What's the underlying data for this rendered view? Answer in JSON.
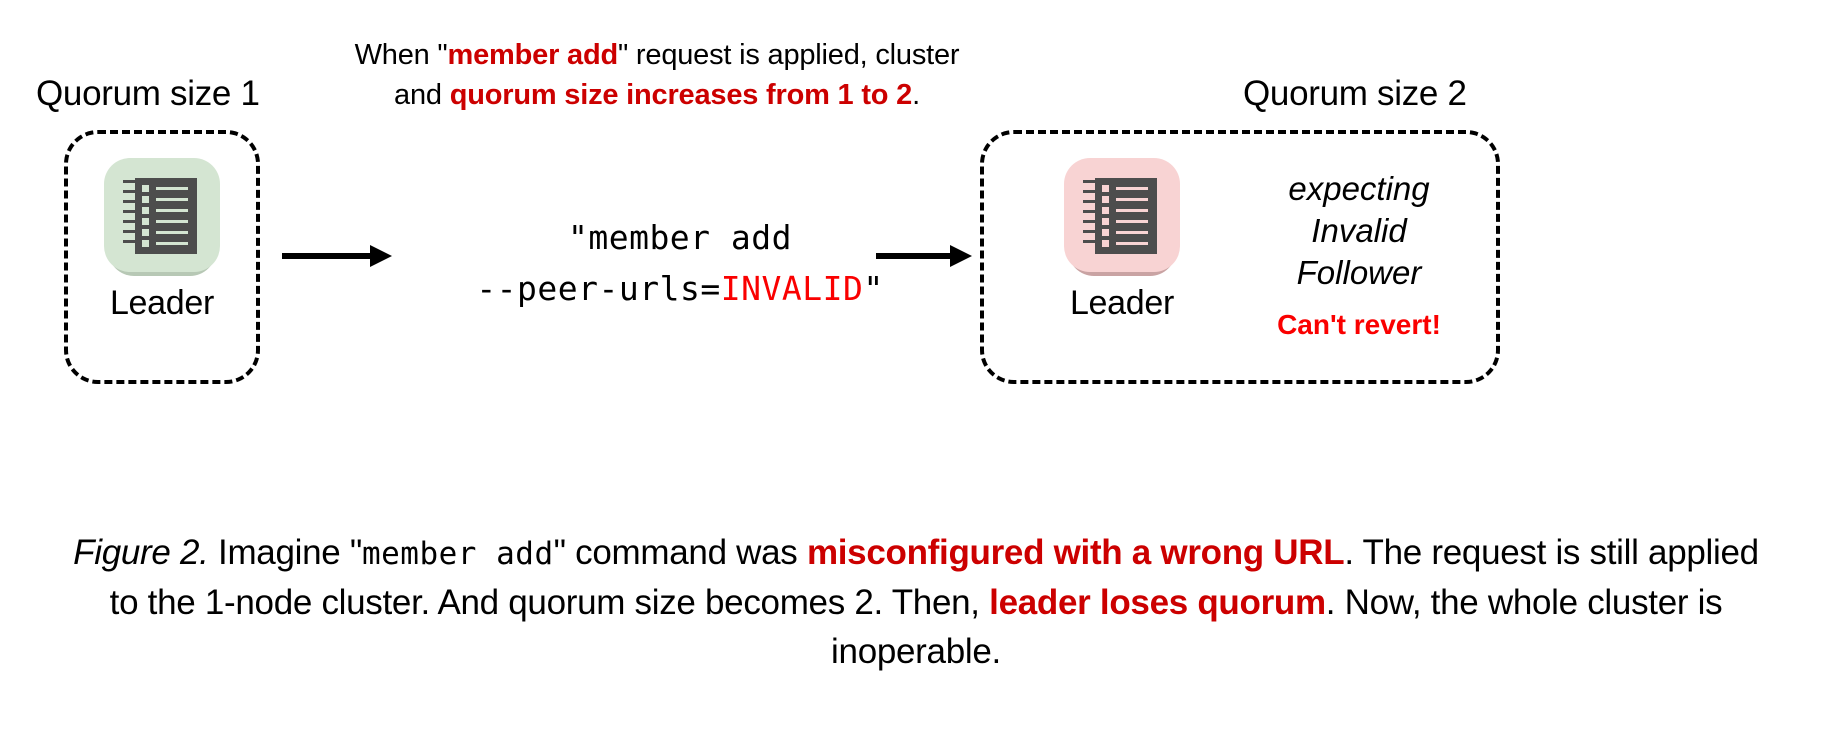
{
  "figure": {
    "background": "#ffffff",
    "accent_red_bold": "#cc0000",
    "accent_red_pure": "#fa0000",
    "node_green": "#d4e5d2",
    "node_pink": "#f8d3d3",
    "ledger_gray": "#4d4d4d"
  },
  "top_caption": {
    "seg1": "When \"",
    "seg2_red": "member add",
    "seg3": "\" request is applied, cluster and ",
    "seg4_red": "quorum size increases from 1 to 2",
    "seg5": "."
  },
  "left_cluster": {
    "quorum_label": "Quorum size 1",
    "node_label": "Leader",
    "icon": "server-ledger-icon",
    "icon_color": "#d4e5d2"
  },
  "right_cluster": {
    "quorum_label": "Quorum size 2",
    "node_label": "Leader",
    "icon": "server-ledger-icon",
    "icon_color": "#f8d3d3",
    "status_line1": "expecting",
    "status_line2": "Invalid",
    "status_line3": "Follower",
    "warning": "Can't revert!"
  },
  "command": {
    "line1": "\"member add",
    "line2_prefix": "--peer-urls=",
    "line2_value": "INVALID",
    "line2_suffix": "\""
  },
  "arrows": {
    "left": "arrow-right-icon",
    "right": "arrow-right-icon"
  },
  "figure_caption": {
    "seg1_italic": "Figure 2.",
    "seg2": " Imagine \"",
    "seg3_mono": "member add",
    "seg4": "\" command was ",
    "seg5_red": "misconfigured with a wrong URL",
    "seg6": ". The request is still applied to the 1-node cluster. And quorum size becomes 2. Then, ",
    "seg7_red": "leader loses quorum",
    "seg8": ". Now, the whole cluster is inoperable."
  }
}
